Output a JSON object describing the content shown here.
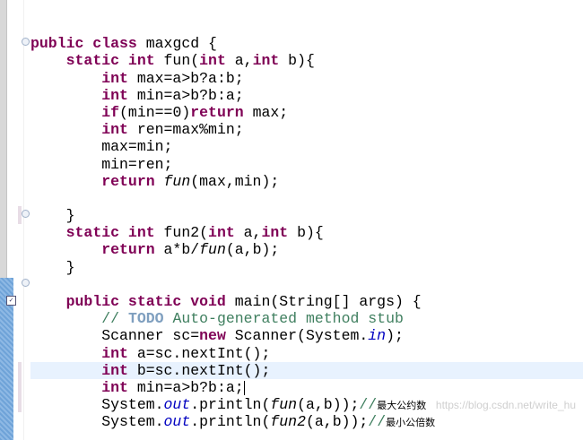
{
  "editor": {
    "lines": [
      [],
      [
        [
          "kw",
          "public class "
        ],
        [
          "",
          "maxgcd {"
        ]
      ],
      [
        [
          "",
          "    "
        ],
        [
          "kw",
          "static int "
        ],
        [
          "",
          "fun("
        ],
        [
          "kw",
          "int "
        ],
        [
          "",
          "a,"
        ],
        [
          "kw",
          "int "
        ],
        [
          "",
          "b){"
        ]
      ],
      [
        [
          "",
          "        "
        ],
        [
          "kw",
          "int "
        ],
        [
          "",
          "max=a>b?a:b;"
        ]
      ],
      [
        [
          "",
          "        "
        ],
        [
          "kw",
          "int "
        ],
        [
          "",
          "min=a>b?b:a;"
        ]
      ],
      [
        [
          "",
          "        "
        ],
        [
          "kw",
          "if"
        ],
        [
          "",
          "(min==0)"
        ],
        [
          "kw",
          "return "
        ],
        [
          "",
          "max;"
        ]
      ],
      [
        [
          "",
          "        "
        ],
        [
          "kw",
          "int "
        ],
        [
          "",
          "ren=max%min;"
        ]
      ],
      [
        [
          "",
          "        max=min;"
        ]
      ],
      [
        [
          "",
          "        min=ren;"
        ]
      ],
      [
        [
          "",
          "        "
        ],
        [
          "kw",
          "return "
        ],
        [
          "it",
          "fun"
        ],
        [
          "",
          "(max,min);"
        ]
      ],
      [],
      [
        [
          "",
          "    }"
        ]
      ],
      [
        [
          "",
          "    "
        ],
        [
          "kw",
          "static int "
        ],
        [
          "",
          "fun2("
        ],
        [
          "kw",
          "int "
        ],
        [
          "",
          "a,"
        ],
        [
          "kw",
          "int "
        ],
        [
          "",
          "b){"
        ]
      ],
      [
        [
          "",
          "        "
        ],
        [
          "kw",
          "return "
        ],
        [
          "",
          "a*b/"
        ],
        [
          "it",
          "fun"
        ],
        [
          "",
          "(a,b);"
        ]
      ],
      [
        [
          "",
          "    }"
        ]
      ],
      [],
      [
        [
          "",
          "    "
        ],
        [
          "kw",
          "public static void "
        ],
        [
          "",
          "main(String[] args) {"
        ]
      ],
      [
        [
          "",
          "        "
        ],
        [
          "cm",
          "// "
        ],
        [
          "todo",
          "TODO"
        ],
        [
          "cm",
          " Auto-generated method stub"
        ]
      ],
      [
        [
          "",
          "        Scanner sc="
        ],
        [
          "kw",
          "new "
        ],
        [
          "",
          "Scanner(System."
        ],
        [
          "fld",
          "in"
        ],
        [
          "",
          ");"
        ]
      ],
      [
        [
          "",
          "        "
        ],
        [
          "kw",
          "int "
        ],
        [
          "",
          "a=sc.nextInt();"
        ]
      ],
      [
        [
          "",
          "        "
        ],
        [
          "kw",
          "int "
        ],
        [
          "",
          "b=sc.nextInt();"
        ]
      ],
      [
        [
          "",
          "        "
        ],
        [
          "kw",
          "int "
        ],
        [
          "",
          "min=a>b?b:a;"
        ],
        [
          "caret",
          ""
        ]
      ],
      [
        [
          "",
          "        System."
        ],
        [
          "fld",
          "out"
        ],
        [
          "",
          ".println("
        ],
        [
          "it",
          "fun"
        ],
        [
          "",
          "(a,b));"
        ],
        [
          "cm",
          "//"
        ],
        [
          "cjk",
          "最大公约数"
        ]
      ],
      [
        [
          "",
          "        System."
        ],
        [
          "fld",
          "out"
        ],
        [
          "",
          ".println("
        ],
        [
          "it",
          "fun2"
        ],
        [
          "",
          "(a,b));"
        ],
        [
          "cm",
          "//"
        ],
        [
          "cjk",
          "最小公倍数"
        ]
      ]
    ],
    "current_line": 21
  },
  "watermark": "https://blog.csdn.net/write_hu"
}
